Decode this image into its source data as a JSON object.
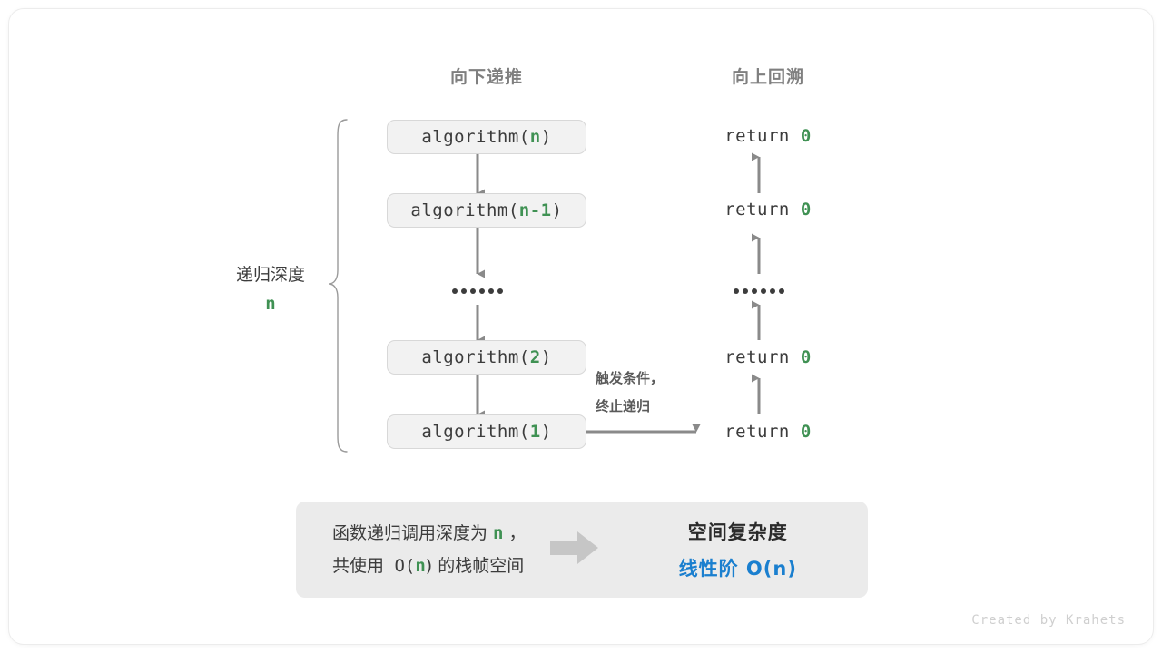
{
  "headers": {
    "down": "向下递推",
    "up": "向上回溯"
  },
  "depth": {
    "label": "递归深度",
    "value": "n"
  },
  "call_stack": [
    {
      "prefix": "algorithm(",
      "arg": "n",
      "suffix": ")"
    },
    {
      "prefix": "algorithm(",
      "arg": "n-1",
      "suffix": ")"
    },
    {
      "prefix": "algorithm(",
      "arg": "2",
      "suffix": ")"
    },
    {
      "prefix": "algorithm(",
      "arg": "1",
      "suffix": ")"
    }
  ],
  "returns": [
    {
      "keyword": "return",
      "value": "0"
    },
    {
      "keyword": "return",
      "value": "0"
    },
    {
      "keyword": "return",
      "value": "0"
    },
    {
      "keyword": "return",
      "value": "0"
    }
  ],
  "ellipsis": "••••••",
  "side_note": {
    "line1": "触发条件，",
    "line2": "终止递归"
  },
  "summary": {
    "left_line1_a": "函数递归调用深度为 ",
    "left_line1_hl": "n",
    "left_line1_b": " ，",
    "left_line2_a": "共使用 O(",
    "left_line2_hl": "n",
    "left_line2_b": ") 的栈帧空间",
    "title": "空间复杂度",
    "value": "线性阶 O(n)"
  },
  "footer": "Created by Krahets",
  "colors": {
    "green": "#3f9153",
    "blue": "#1a7fcf",
    "gray_text": "#3c3c3c",
    "header_gray": "#7f7f7f",
    "box_fill": "#f2f2f2",
    "panel_fill": "#ebebeb",
    "arrow_gray": "#8a8a8a",
    "block_arrow": "#c6c6c6",
    "footer_gray": "#cfcfcf"
  }
}
